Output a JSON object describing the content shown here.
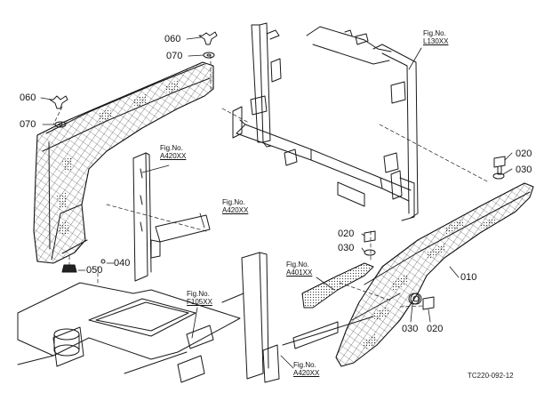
{
  "callouts": {
    "c060a": "060",
    "c070a": "070",
    "c060b": "060",
    "c070b": "070",
    "c020a": "020",
    "c030a": "030",
    "c020b": "020",
    "c030b": "030",
    "c040": "040",
    "c050": "050",
    "c010": "010",
    "c030c": "030",
    "c020c": "020"
  },
  "references": [
    {
      "top": "Fig.No.",
      "bottom": "L130XX"
    },
    {
      "top": "Fig.No.",
      "bottom": "A420XX"
    },
    {
      "top": "Fig.No.",
      "bottom": "A420XX"
    },
    {
      "top": "Fig.No.",
      "bottom": "A401XX"
    },
    {
      "top": "Fig.No.",
      "bottom": "F105XX"
    },
    {
      "top": "Fig.No.",
      "bottom": "A420XX"
    }
  ],
  "diagram_code": "TC220-092-12",
  "colors": {
    "line": "#1a1a1a",
    "hatch": "#2a2a2a"
  }
}
